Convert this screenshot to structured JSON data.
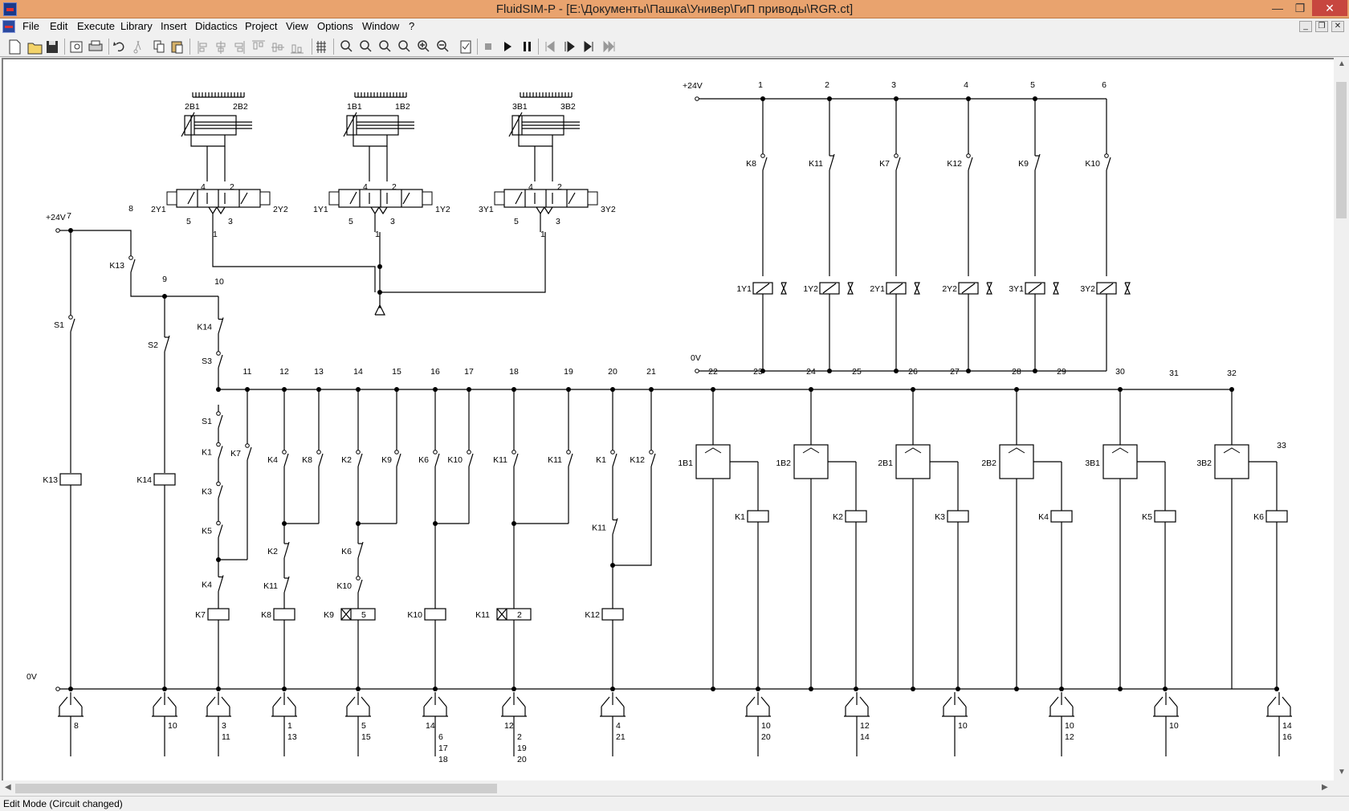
{
  "window": {
    "title": "FluidSIM-P - [E:\\Документы\\Пашка\\Универ\\ГиП приводы\\RGR.ct]"
  },
  "menu": [
    "File",
    "Edit",
    "Execute",
    "Library",
    "Insert",
    "Didactics",
    "Project",
    "View",
    "Options",
    "Window",
    "?"
  ],
  "toolbar": {
    "icons": [
      "new-file-icon",
      "open-file-icon",
      "save-icon",
      "print-preview-icon",
      "print-icon",
      "undo-icon",
      "cut-icon",
      "copy-icon",
      "paste-icon",
      "align-left-icon",
      "align-center-icon",
      "align-right-icon",
      "align-top-icon",
      "align-middle-icon",
      "align-bottom-icon",
      "grid-icon",
      "zoom-fit-icon",
      "zoom-window-icon",
      "zoom-circuit-icon",
      "zoom-previous-icon",
      "zoom-in-icon",
      "zoom-out-icon",
      "check-drawing-icon",
      "stop-icon",
      "play-icon",
      "pause-icon",
      "reset-icon",
      "step-icon",
      "single-step-icon",
      "until-state-change-icon"
    ]
  },
  "status": {
    "text": "Edit Mode (Circuit changed)"
  },
  "circuit": {
    "supply_plus": "+24V",
    "supply_zero": "0V",
    "sensors_top": [
      [
        "2B1",
        "2B2"
      ],
      [
        "1B1",
        "1B2"
      ],
      [
        "3B1",
        "3B2"
      ]
    ],
    "valve_ports": [
      "4",
      "2",
      "5",
      "3",
      "1"
    ],
    "valve_coils": [
      [
        "2Y1",
        "2Y2"
      ],
      [
        "1Y1",
        "1Y2"
      ],
      [
        "3Y1",
        "3Y2"
      ]
    ],
    "power_rungs": [
      {
        "num": "1",
        "contact": "K8",
        "coil": "1Y1"
      },
      {
        "num": "2",
        "contact": "K11",
        "coil": "1Y2"
      },
      {
        "num": "3",
        "contact": "K7",
        "coil": "2Y1"
      },
      {
        "num": "4",
        "contact": "K12",
        "coil": "2Y2"
      },
      {
        "num": "5",
        "contact": "K9",
        "coil": "3Y1"
      },
      {
        "num": "6",
        "contact": "K10",
        "coil": "3Y2"
      }
    ],
    "rung_numbers": [
      "7",
      "8",
      "9",
      "10",
      "11",
      "12",
      "13",
      "14",
      "15",
      "16",
      "17",
      "18",
      "19",
      "20",
      "21",
      "22",
      "23",
      "24",
      "25",
      "26",
      "27",
      "28",
      "29",
      "30",
      "31",
      "32",
      "33"
    ],
    "relay_labels": [
      "K13",
      "K14",
      "S1",
      "S2",
      "S3",
      "K14",
      "S1",
      "K1",
      "K3",
      "K5",
      "K4",
      "K7",
      "K7",
      "K4",
      "K8",
      "K2",
      "K11",
      "K8",
      "K2",
      "K9",
      "K6",
      "K10",
      "K9",
      "K6",
      "K10",
      "K10",
      "K11",
      "K11",
      "K1",
      "K12",
      "K11",
      "K12"
    ],
    "limit_switches": [
      "1B1",
      "1B2",
      "2B1",
      "2B2",
      "3B1",
      "3B2"
    ],
    "sensor_coils": [
      "K1",
      "K2",
      "K3",
      "K4",
      "K5",
      "K6"
    ],
    "timer_values": [
      "5",
      "2"
    ],
    "xref": [
      [
        "8"
      ],
      [
        "10"
      ],
      [
        "3",
        "11"
      ],
      [
        "1",
        "13"
      ],
      [
        "5",
        "15"
      ],
      [
        "14",
        "6",
        "17",
        "18"
      ],
      [
        "12",
        "2",
        "19",
        "20"
      ],
      [
        "4",
        "21"
      ],
      [
        "10",
        "20"
      ],
      [
        "12",
        "14"
      ],
      [
        "10"
      ],
      [
        "10",
        "12"
      ],
      [
        "10"
      ],
      [
        "14",
        "16"
      ]
    ]
  }
}
